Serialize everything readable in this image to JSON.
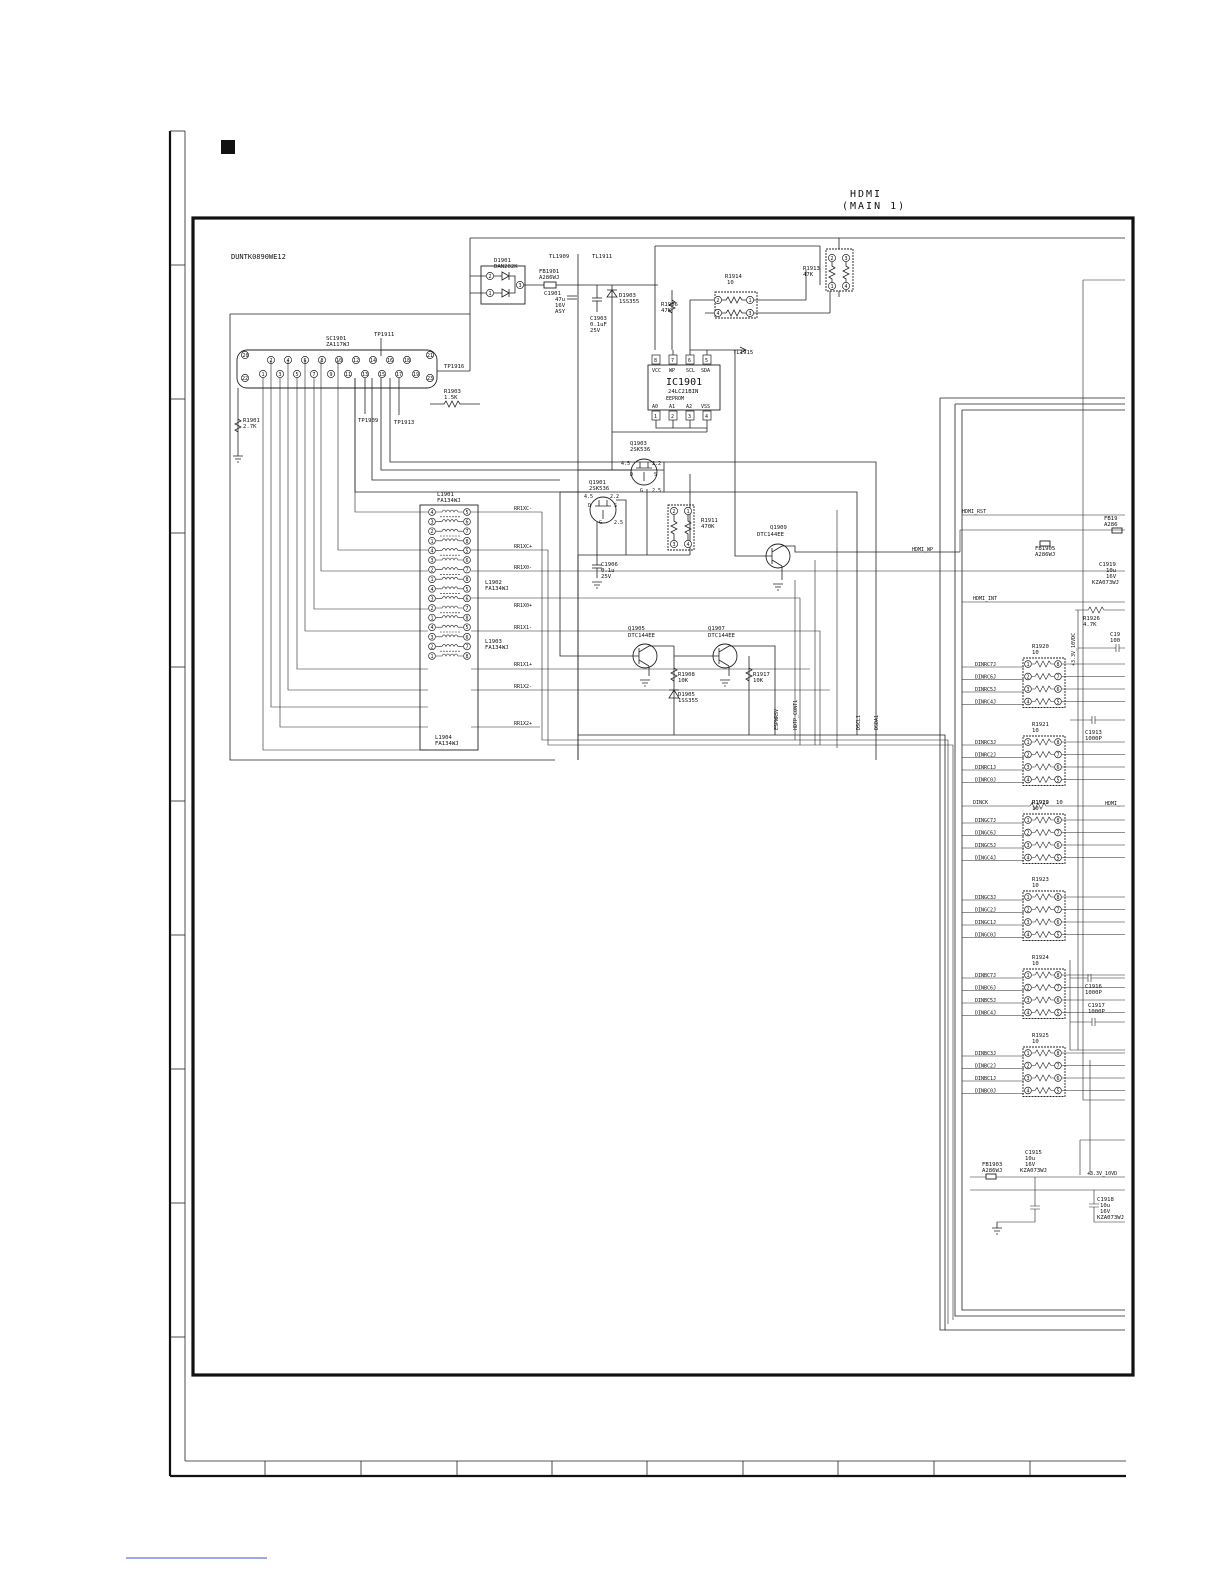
{
  "header": {
    "title_line1": "HDMI",
    "title_line2": "(MAIN 1)",
    "pwb_code": "DUNTK0890WE12"
  },
  "connector": {
    "ref": "SC1901",
    "part": "ZA117WJ",
    "top_pins": [
      "20",
      "2",
      "4",
      "6",
      "8",
      "10",
      "12",
      "14",
      "16",
      "18",
      "21"
    ],
    "bottom_pins": [
      "22",
      "1",
      "3",
      "5",
      "7",
      "9",
      "11",
      "13",
      "15",
      "17",
      "19",
      "23"
    ]
  },
  "test_points": [
    "TP1911",
    "TP1916",
    "TP1909",
    "TP1913",
    "TL1909",
    "TL1911",
    "TL1915"
  ],
  "diode_d1901": {
    "ref": "D1901",
    "part": "DAN202K"
  },
  "fb1901": {
    "ref": "FB1901",
    "part": "A286WJ"
  },
  "c1901": {
    "ref": "C1901",
    "v1": "47u",
    "v2": "16V",
    "v3": "ASY"
  },
  "d1903": {
    "ref": "D1903",
    "part": "1SS355"
  },
  "c1903": {
    "ref": "C1903",
    "v1": "0.1uF",
    "v2": "25V"
  },
  "r1906": {
    "ref": "R1906",
    "value": "47K"
  },
  "r1914": {
    "ref": "R1914",
    "value": "10"
  },
  "r1913": {
    "ref": "R1913",
    "value": "47K"
  },
  "r1901": {
    "ref": "R1901",
    "value": "2.7K"
  },
  "r1903": {
    "ref": "R1903",
    "value": "1.5K"
  },
  "ic1901": {
    "ref": "IC1901",
    "part": "24LC21BIN",
    "type": "EEPROM",
    "top_pins": [
      "8",
      "7",
      "6",
      "5"
    ],
    "top_names": [
      "VCC",
      "WP",
      "SCL",
      "SDA"
    ],
    "bottom_pins": [
      "1",
      "2",
      "3",
      "4"
    ],
    "bottom_names": [
      "A0",
      "A1",
      "A2",
      "VSS"
    ]
  },
  "q1903": {
    "ref": "Q1903",
    "part": "2SK536"
  },
  "q1901": {
    "ref": "Q1901",
    "part": "2SK536"
  },
  "r1911": {
    "ref": "R1911",
    "value": "470K"
  },
  "q1909": {
    "ref": "Q1909",
    "part": "DTC144EE"
  },
  "c1906": {
    "ref": "C1906",
    "v1": "0.1u",
    "v2": "25V"
  },
  "q1905": {
    "ref": "Q1905",
    "part": "DTC144EE"
  },
  "q1907": {
    "ref": "Q1907",
    "part": "DTC144EE"
  },
  "r1908": {
    "ref": "R1908",
    "value": "10K"
  },
  "d1905": {
    "ref": "D1905",
    "part": "1SS355"
  },
  "r1917": {
    "ref": "R1917",
    "value": "10K"
  },
  "filters": [
    {
      "ref": "L1901",
      "part": "FA134WJ"
    },
    {
      "ref": "L1902",
      "part": "FA134WJ"
    },
    {
      "ref": "L1903",
      "part": "FA134WJ"
    },
    {
      "ref": "L1904",
      "part": "FA134WJ"
    }
  ],
  "rr_nets": [
    "RR1XC-",
    "RR1XC+",
    "RR1X0-",
    "RR1X0+",
    "RR1X1-",
    "RR1X1+",
    "RR1X2-",
    "RR1X2+"
  ],
  "vert_nets": [
    "ESPWRSV",
    "HDTP_CONT1",
    "DSCL1",
    "DSDA1"
  ],
  "right_nets": {
    "hdmi_rst": "HDMI_RST",
    "hdmi_wp": "HDMI_WP",
    "hdmi_int": "HDMI_INT",
    "dinck": "DINCK",
    "hdmi_short": "HDMI_",
    "fb1905": "FB1905",
    "fb1905_part": "A286WJ",
    "fb1903": "FB1903",
    "fb1903_part": "A286WJ",
    "fb19_top": "FB19",
    "fb19_top_part": "A286",
    "c1919": "C1919",
    "c1919_v1": "10u",
    "c1919_v2": "16V",
    "c1919_v3": "KZA073WJ",
    "r1926": "R1926",
    "r1926_v": "4.7K",
    "c19_a": "C19",
    "c19_a_v": "100",
    "c1913": "C1913",
    "c1913_v": "1000P",
    "c1916": "C1916",
    "c1916_v": "1000P",
    "c1917": "C1917",
    "c1917_v": "1000P",
    "c1915": "C1915",
    "c1915_v1": "10u",
    "c1915_v2": "16V",
    "c1915_v3": "KZA073WJ",
    "c1918": "C1918",
    "c1918_v1": "10u",
    "c1918_v2": "16V",
    "c1918_v3": "KZA073WJ",
    "v33_a": "+3.3V_10VDC",
    "v33_b": "+3.3V_10VD",
    "r1919": "R1919",
    "r1919_v": "10"
  },
  "res_arrays": [
    {
      "ref": "R1920",
      "value": "10",
      "nets": [
        "DINRC7J",
        "DINRC6J",
        "DINRC5J",
        "DINRC4J"
      ]
    },
    {
      "ref": "R1921",
      "value": "10",
      "nets": [
        "DINRC3J",
        "DINRC2J",
        "DINRC1J",
        "DINRC0J"
      ]
    },
    {
      "ref": "R1922",
      "value": "10",
      "nets": [
        "DINGC7J",
        "DINGC6J",
        "DINGC5J",
        "DINGC4J"
      ]
    },
    {
      "ref": "R1923",
      "value": "10",
      "nets": [
        "DINGC3J",
        "DINGC2J",
        "DINGC1J",
        "DINGC0J"
      ]
    },
    {
      "ref": "R1924",
      "value": "10",
      "nets": [
        "DINBC7J",
        "DINBC6J",
        "DINBC5J",
        "DINBC4J"
      ]
    },
    {
      "ref": "R1925",
      "value": "10",
      "nets": [
        "DINBC3J",
        "DINBC2J",
        "DINBC1J",
        "DINBC0J"
      ]
    }
  ],
  "array_pin_left": [
    "1",
    "2",
    "3",
    "4"
  ],
  "array_pin_right": [
    "8",
    "7",
    "6",
    "5"
  ],
  "filter_pin_left": [
    "4",
    "3",
    "2",
    "1"
  ],
  "filter_pin_right": [
    "5",
    "6",
    "7",
    "8"
  ],
  "q_pins": {
    "gate": "G",
    "drain": "D",
    "source": "S",
    "v45": "4.5",
    "v22": "2.2",
    "v00": "0",
    "v25": "2.5"
  }
}
